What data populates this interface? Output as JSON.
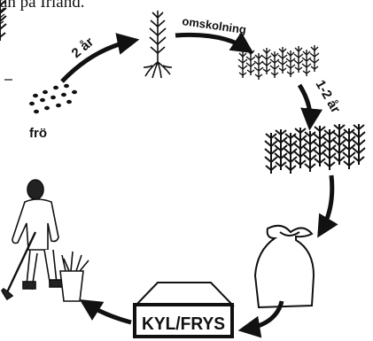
{
  "caption": "an på Irland.",
  "labels": {
    "seed": "frö",
    "step1": "2 år",
    "step2": "omskolning",
    "step3": "1-2 år",
    "storage": "KYL/FRYS"
  },
  "colors": {
    "ink": "#111111",
    "background": "#ffffff"
  }
}
